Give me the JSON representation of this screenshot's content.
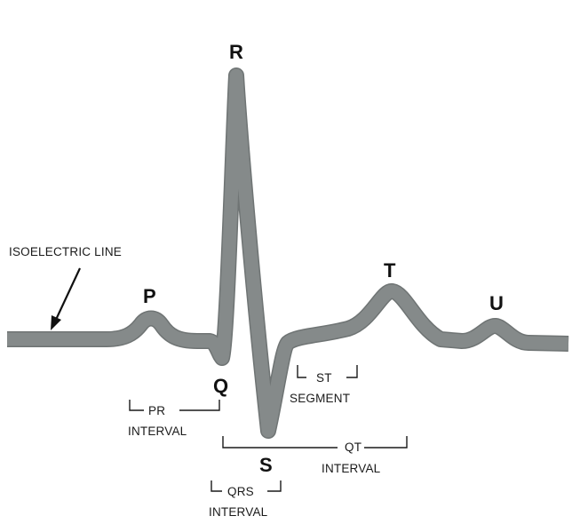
{
  "wave_labels": {
    "p": "P",
    "q": "Q",
    "r": "R",
    "s": "S",
    "t": "T",
    "u": "U"
  },
  "annotations": {
    "isoelectric_line": "ISOELECTRIC LINE",
    "pr_interval": [
      "PR",
      "INTERVAL"
    ],
    "qrs_interval": [
      "QRS",
      "INTERVAL"
    ],
    "st_segment": [
      "ST",
      "SEGMENT"
    ],
    "qt_interval": [
      "QT",
      "INTERVAL"
    ]
  },
  "colors": {
    "waveform": "#858a8a",
    "waveform_outline": "#6f7474",
    "text": "#111111",
    "background": "#ffffff"
  }
}
